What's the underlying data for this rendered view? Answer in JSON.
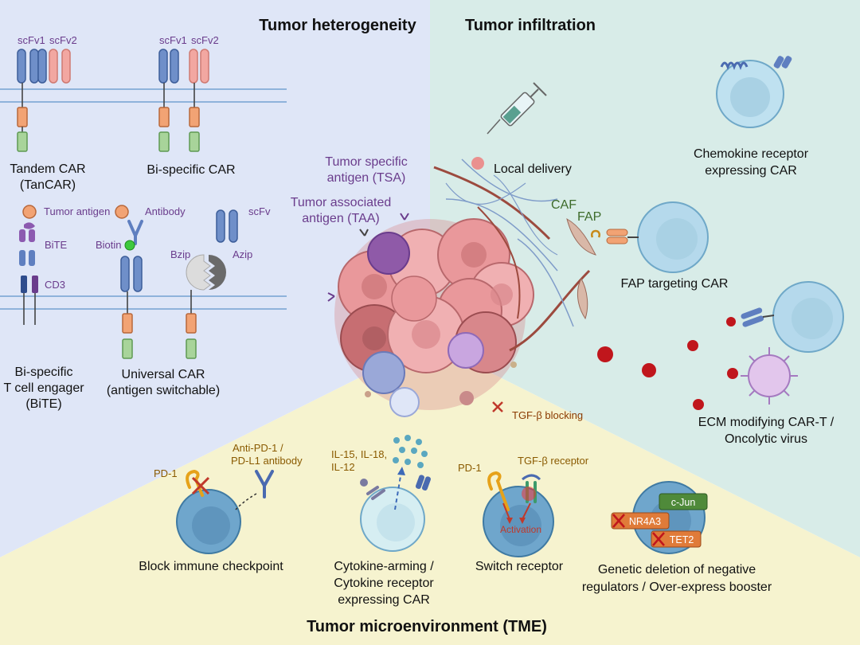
{
  "sections": {
    "tumor_heterogeneity": "Tumor heterogeneity",
    "tumor_infiltration": "Tumor infiltration",
    "tme": "Tumor microenvironment (TME)"
  },
  "heterogeneity": {
    "scfv1_a": "scFv1",
    "scfv2_a": "scFv2",
    "scfv1_b": "scFv1",
    "scfv2_b": "scFv2",
    "tandem_line1": "Tandem CAR",
    "tandem_line2": "(TanCAR)",
    "bispecific": "Bi-specific CAR",
    "tumor_antigen_1": "Tumor antigen",
    "antibody": "Antibody",
    "scfv_label": "scFv",
    "bite_label": "BiTE",
    "biotin": "Biotin",
    "bzip": "Bzip",
    "azip": "Azip",
    "cd3": "CD3",
    "bite_line1": "Bi-specific",
    "bite_line2": "T cell engager",
    "bite_line3": "(BiTE)",
    "universal_line1": "Universal CAR",
    "universal_line2": "(antigen switchable)"
  },
  "tumor": {
    "tsa_line1": "Tumor specific",
    "tsa_line2": "antigen (TSA)",
    "taa_line1": "Tumor associated",
    "taa_line2": "antigen (TAA)"
  },
  "infiltration": {
    "local_delivery": "Local delivery",
    "caf": "CAF",
    "fap": "FAP",
    "chemokine_line1": "Chemokine receptor",
    "chemokine_line2": "expressing CAR",
    "fap_car": "FAP targeting CAR",
    "ecm_line1": "ECM modifying CAR-T /",
    "ecm_line2": "Oncolytic virus"
  },
  "tme": {
    "tgf_blocking": "TGF-β blocking",
    "pd1_a": "PD-1",
    "anti_pd1_line1": "Anti-PD-1 /",
    "anti_pd1_line2": "PD-L1 antibody",
    "il_line1": "IL-15, IL-18,",
    "il_line2": "IL-12",
    "pd1_b": "PD-1",
    "tgf_receptor": "TGF-β receptor",
    "activation": "Activation",
    "cjun": "c-Jun",
    "nr4a3": "NR4A3",
    "tet2": "TET2",
    "block_checkpoint": "Block immune checkpoint",
    "cytokine_line1": "Cytokine-arming /",
    "cytokine_line2": "Cytokine receptor",
    "cytokine_line3": "expressing CAR",
    "switch_receptor": "Switch receptor",
    "genetic_line1": "Genetic deletion of negative",
    "genetic_line2": "regulators / Over-express booster"
  },
  "colors": {
    "heterogeneity_bg": "#dfe6f7",
    "infiltration_bg": "#d8ece8",
    "tme_bg": "#f6f3cf",
    "car_domain_blue": "#6f8fc9",
    "car_domain_pink": "#f2a7a1",
    "tumor_cell": "#e9989b",
    "virus_particle": "#c0161c"
  }
}
